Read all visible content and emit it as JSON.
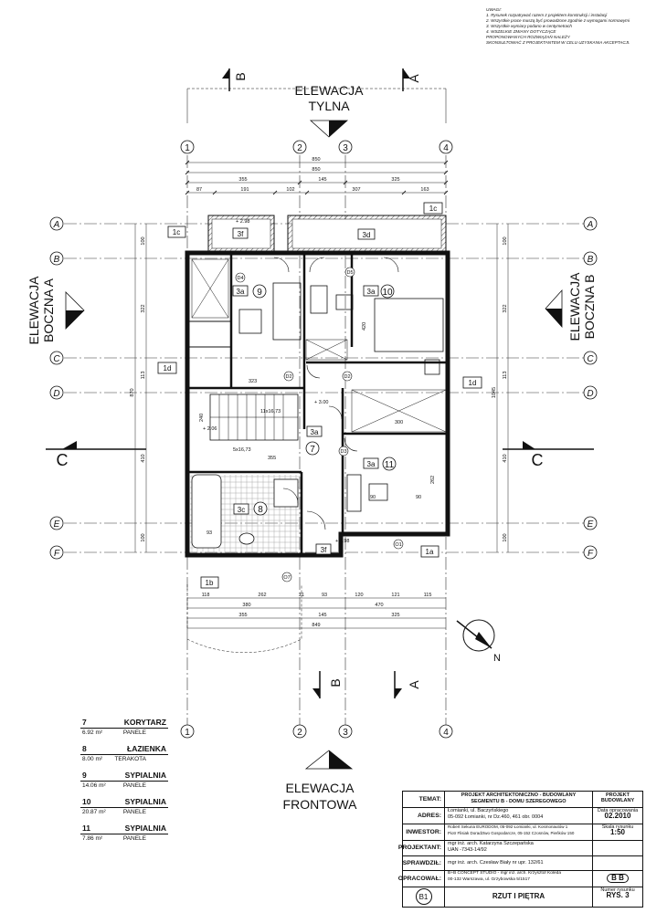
{
  "notes": [
    "UWAGI:",
    "1. Rysunek rozpatrywać razem z projektem konstrukcji i instalacji",
    "2. Wszystkie prace muszą być prowadzone zgodnie z wymogami normowymi",
    "3. Wszystkie wymiary podano w centymetrach",
    "4. WSZELKIE ZMIANY DOTYCZĄCE",
    "PROPONOWANYCH ROZWIĄZAŃ NALEŻY",
    "SKONSULTOWAĆ Z PROJEKTANTEM W CELU UZYSKANIA AKCEPTACJI."
  ],
  "elevations": {
    "rear_1": "ELEWACJA",
    "rear_2": "TYLNA",
    "front_1": "ELEWACJA",
    "front_2": "FRONTOWA",
    "left_1": "ELEWACJA",
    "left_2": "BOCZNA A",
    "right_1": "ELEWACJA",
    "right_2": "BOCZNA B"
  },
  "section_marks": {
    "a": "A",
    "b": "B",
    "c": "C"
  },
  "axes_vertical": [
    "1",
    "2",
    "3",
    "4"
  ],
  "axes_horizontal": [
    "A",
    "B",
    "C",
    "D",
    "E",
    "F"
  ],
  "dims_top": {
    "total1": "850",
    "total2": "850",
    "row2": [
      "355",
      "145",
      "325"
    ],
    "row3": [
      "87",
      "191",
      "102",
      "307",
      "163"
    ]
  },
  "dims_bottom": {
    "row1": [
      "118",
      "262",
      "21",
      "93",
      "120",
      "121",
      "115"
    ],
    "row2": [
      "380",
      "470"
    ],
    "row3": [
      "355",
      "145",
      "325"
    ],
    "total": "849"
  },
  "dims_left": [
    "100",
    "322",
    "113",
    "410",
    "100"
  ],
  "dims_left_total": "870",
  "dims_right": [
    "100",
    "322",
    "113",
    "410",
    "100"
  ],
  "dims_right_total": "1045",
  "tags": {
    "t1c_left": "1c",
    "t1c_right": "1c",
    "t1d_left": "1d",
    "t1d_right": "1d",
    "t1b": "1b",
    "t1a": "1a",
    "t3f_top": "3f",
    "t3f_bottom": "3f",
    "t3d": "3d",
    "t3a_9": "3a",
    "t3a_10": "3a",
    "t3a_7": "3a",
    "t3a_11": "3a",
    "t3c": "3c"
  },
  "room_numbers": {
    "r7": "7",
    "r8": "8",
    "r9": "9",
    "r10": "10",
    "r11": "11"
  },
  "door_marks": {
    "d4": "D4",
    "d5": "D5",
    "d2a": "D2",
    "d2b": "D2",
    "d3": "D3",
    "o1": "O1",
    "o7": "O7"
  },
  "heights": {
    "h1": "+ 2.98",
    "h2": "+ 3.00",
    "h3": "+ 2.06",
    "h4": "+ 2.98"
  },
  "stair": {
    "s1": "11x16,73",
    "s2": "5x16,73"
  },
  "plan_dims": {
    "p323": "323",
    "p300": "300",
    "p262": "262",
    "p90a": "90",
    "p90b": "90",
    "p420": "420",
    "p240": "240",
    "p355": "355",
    "p93": "93"
  },
  "north": "N",
  "rooms": [
    {
      "no": "7",
      "name": "KORYTARZ",
      "area": "6.92 m²",
      "material": "PANELE"
    },
    {
      "no": "8",
      "name": "ŁAZIENKA",
      "area": "8.00 m²",
      "material": "TERAKOTA"
    },
    {
      "no": "9",
      "name": "SYPIALNIA",
      "area": "14.06 m²",
      "material": "PANELE"
    },
    {
      "no": "10",
      "name": "SYPIALNIA",
      "area": "20.87 m²",
      "material": "PANELE"
    },
    {
      "no": "11",
      "name": "SYPIALNIA",
      "area": "7.86 m²",
      "material": "PANELE"
    }
  ],
  "title_block": {
    "temat_label": "TEMAT:",
    "temat_1": "PROJEKT ARCHITEKTONICZNO - BUDOWLANY",
    "temat_2": "SEGMENTU B - DOMU SZEREGOWEGO",
    "stage_1": "PROJEKT",
    "stage_2": "BUDOWLANY",
    "adres_label": "ADRES:",
    "adres_1": "Łomianki, ul. Baczyńskiego",
    "adres_2": "05-092 Łomianki, nr Dz.460, 461 obr. 0004",
    "date_label": "Data opracowania",
    "date": "02.2010",
    "inwestor_label": "INWESTOR:",
    "inwestor_1": "Robert Sekuna EURODOM, 05-092 Łomianki, ul. Kosmonautów 1",
    "inwestor_2": "Piotr Flisiak Doradztwo Gospodarcze, 05-152 Czosnów, Pieńków 150",
    "scale_label": "Skala rysunku",
    "scale": "1:50",
    "projektant_label": "PROJEKTANT:",
    "projektant_1": "mgr inż. arch. Katarzyna Szczepańska",
    "projektant_2": "UAN -7343-14/92",
    "sprawdzil_label": "SPRAWDZIŁ:",
    "sprawdzil": "mgr inż. arch. Czesław Biały nr upr. 132/61",
    "opracowal_label": "OPRACOWAŁ:",
    "opracowal_1": "B+B CONCEPT STUDIO - mgr inż. arch. Krzysztof Koleda",
    "opracowal_2": "00-132 Warszawa, ul. Grzybowska 5/1517",
    "logo": "B B",
    "sheet_mark": "B1",
    "drawing_title": "RZUT I PIĘTRA",
    "sheet_label": "Numer rysunku",
    "sheet_no": "RYS. 3"
  }
}
